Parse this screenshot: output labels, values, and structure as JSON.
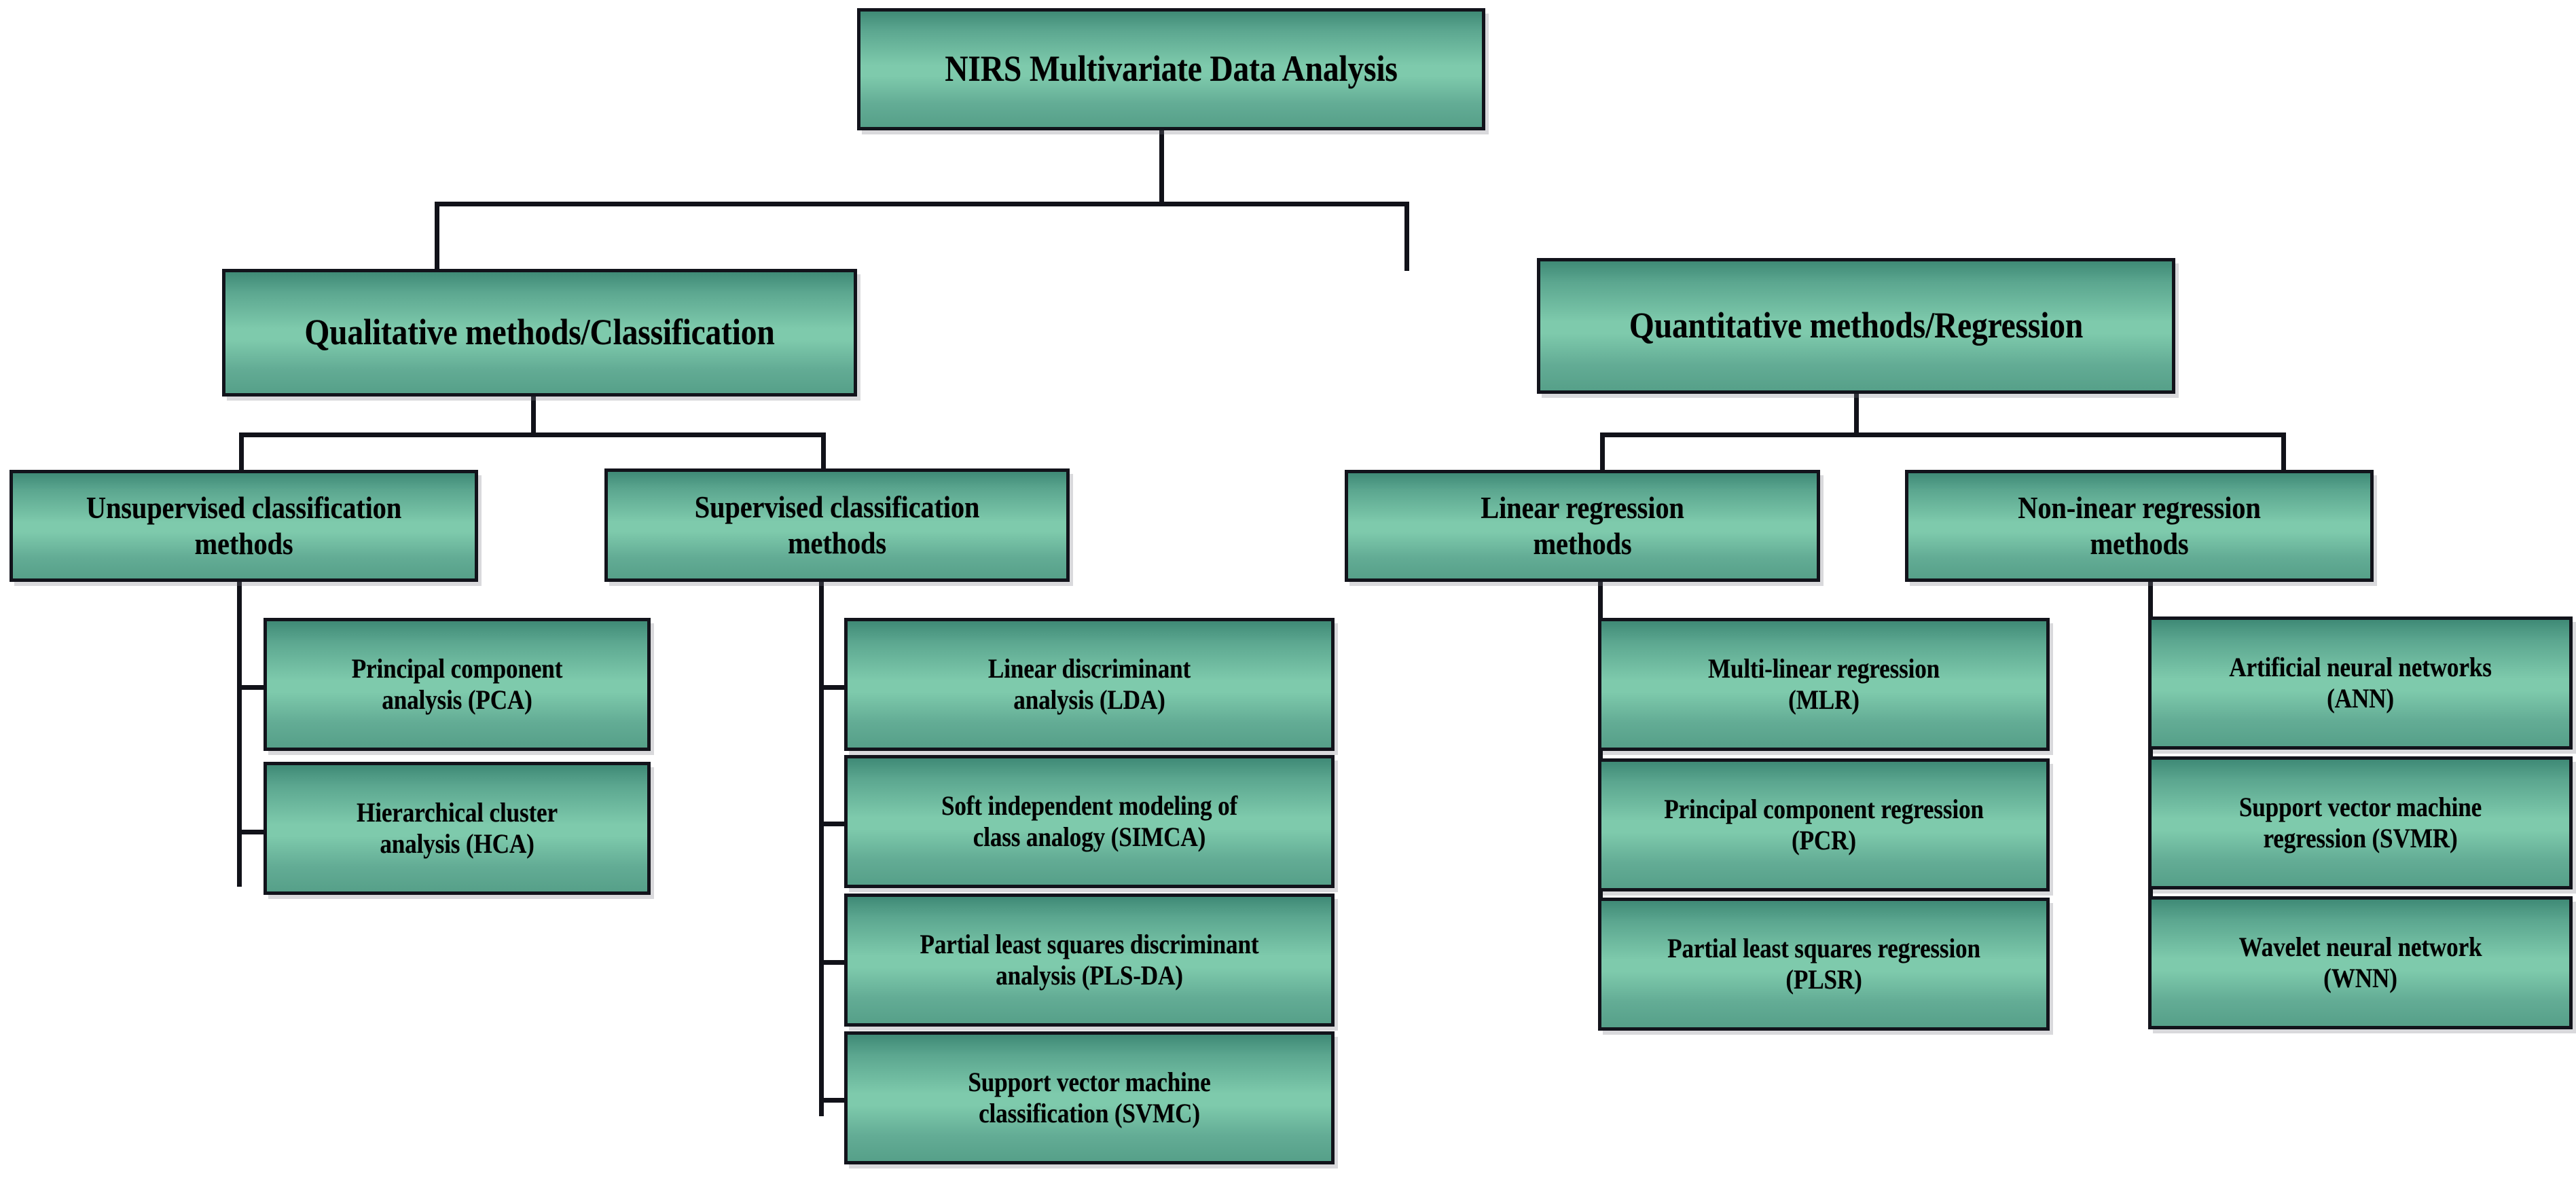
{
  "diagram": {
    "title_node": "NIRS Multivariate Data Analysis",
    "type": "hierarchical-tree",
    "colors": {
      "box_fill_top": "#3f8a76",
      "box_fill_mid": "#7ecaac",
      "box_fill_bottom": "#56a089",
      "box_border": "#12131b",
      "connector": "#111219",
      "text": "#000000",
      "background": "#ffffff"
    }
  },
  "nodes": {
    "root": {
      "label": "NIRS Multivariate Data Analysis"
    },
    "branch_left": {
      "label": "Qualitative methods/Classification"
    },
    "branch_right": {
      "label": "Quantitative methods/Regression"
    },
    "cat_unsupervised": {
      "label": "Unsupervised classification\nmethods"
    },
    "cat_supervised": {
      "label": "Supervised classification\nmethods"
    },
    "cat_linear": {
      "label": "Linear regression\nmethods"
    },
    "cat_nonlinear": {
      "label": "Non-inear regression\nmethods"
    },
    "leaf_pca": {
      "label": "Principal component\nanalysis (PCA)"
    },
    "leaf_hca": {
      "label": "Hierarchical cluster\nanalysis (HCA)"
    },
    "leaf_lda": {
      "label": "Linear discriminant\nanalysis (LDA)"
    },
    "leaf_simca": {
      "label": "Soft independent modeling of\nclass analogy (SIMCA)"
    },
    "leaf_plsda": {
      "label": "Partial least squares discriminant\nanalysis (PLS-DA)"
    },
    "leaf_svmc": {
      "label": "Support vector machine\nclassification (SVMC)"
    },
    "leaf_mlr": {
      "label": "Multi-linear regression\n(MLR)"
    },
    "leaf_pcr": {
      "label": "Principal component regression\n(PCR)"
    },
    "leaf_plsr": {
      "label": "Partial least squares regression\n(PLSR)"
    },
    "leaf_ann": {
      "label": "Artificial neural networks\n(ANN)"
    },
    "leaf_svmr": {
      "label": "Support vector machine\nregression  (SVMR)"
    },
    "leaf_wnn": {
      "label": "Wavelet neural network\n(WNN)"
    }
  }
}
